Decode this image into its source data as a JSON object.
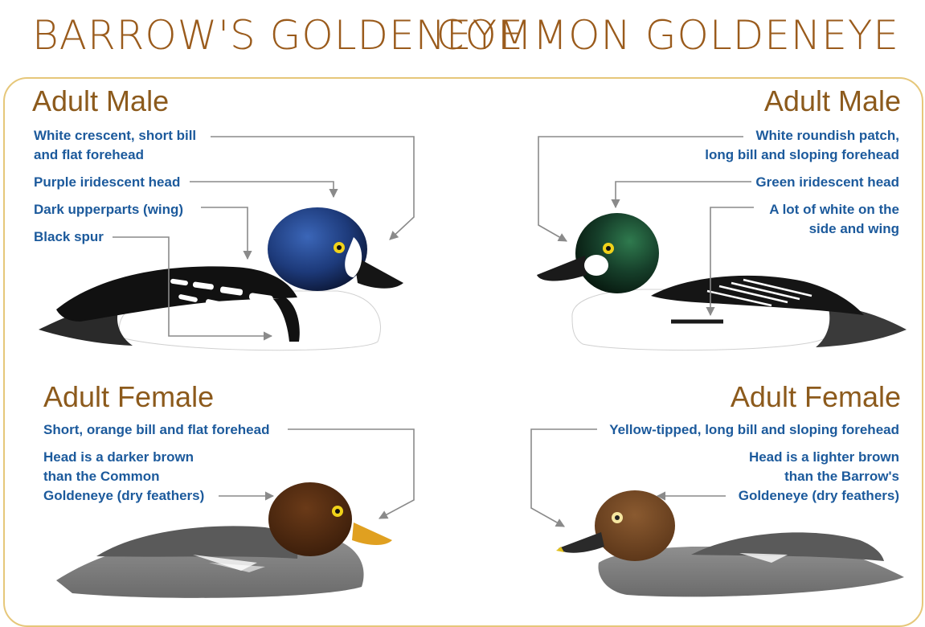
{
  "titles": {
    "left": "Barrow's Goldeneye",
    "right": "Common Goldeneye"
  },
  "left": {
    "male": {
      "heading": "Adult Male",
      "labels": [
        "White crescent, short bill",
        "and flat forehead",
        "Purple iridescent head",
        "Dark upperparts (wing)",
        "Black spur"
      ]
    },
    "female": {
      "heading": "Adult Female",
      "labels": [
        "Short, orange bill and flat forehead",
        "Head is a darker brown",
        "than the Common",
        "Goldeneye (dry feathers)"
      ]
    }
  },
  "right": {
    "male": {
      "heading": "Adult Male",
      "labels": [
        "White roundish patch,",
        "long bill and sloping forehead",
        "Green iridescent head",
        "A lot of white on the",
        "side and wing"
      ]
    },
    "female": {
      "heading": "Adult Female",
      "labels": [
        "Yellow-tipped, long bill and sloping forehead",
        "Head is a lighter brown",
        "than the Barrow's",
        "Goldeneye (dry feathers)"
      ]
    }
  },
  "colors": {
    "title": "#9a5b1c",
    "heading": "#8c5a1c",
    "label": "#1c5a9c",
    "frame": "#e6c77a",
    "leader": "#8a8a8a"
  }
}
